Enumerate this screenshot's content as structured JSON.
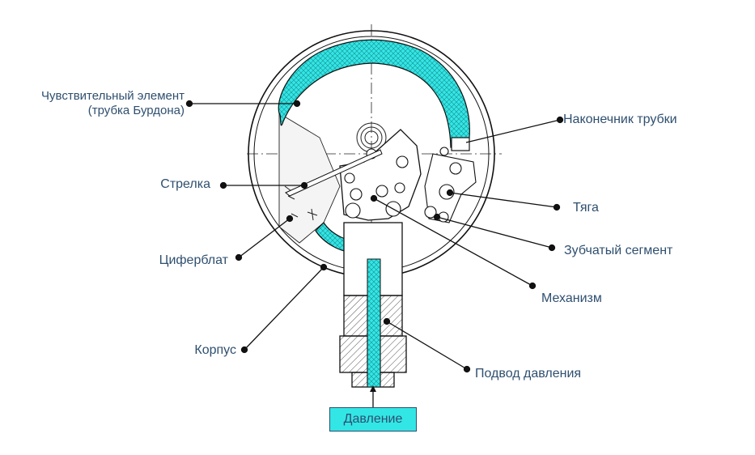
{
  "labels": {
    "sensing_element_line1": "Чувствительный элемент",
    "sensing_element_line2": "(трубка Бурдона)",
    "tube_tip": "Наконечник трубки",
    "pointer": "Стрелка",
    "link": "Тяга",
    "toothed_segment": "Зубчатый сегмент",
    "dial": "Циферблат",
    "mechanism": "Механизм",
    "case": "Корпус",
    "pressure_inlet": "Подвод давления",
    "pressure": "Давление"
  },
  "colors": {
    "tube_fill": "#33e6e6",
    "label_text": "#2f4f6f",
    "outline": "#111111"
  }
}
